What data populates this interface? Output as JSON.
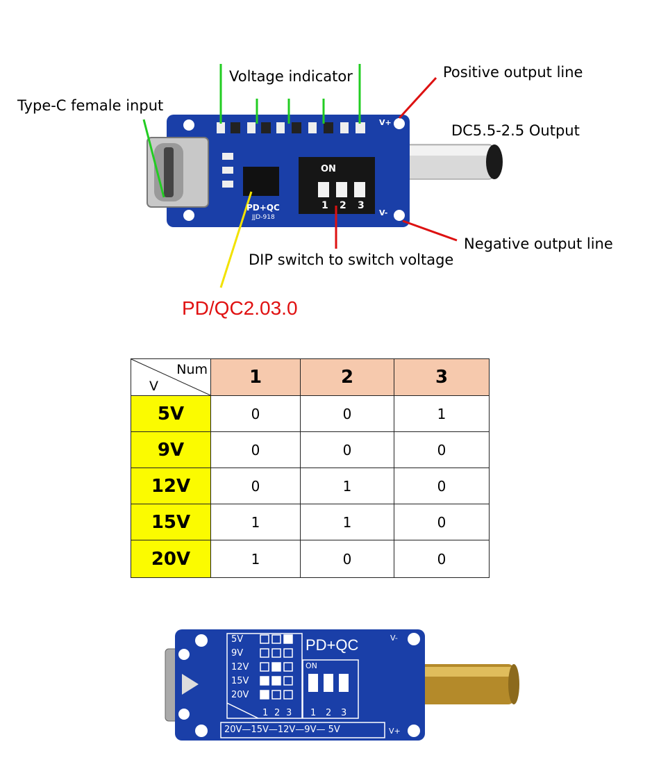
{
  "top_board": {
    "labels": {
      "type_c_input": "Type-C female input",
      "voltage_indicator": "Voltage indicator",
      "positive_output": "Positive output line",
      "dc_output": "DC5.5-2.5 Output",
      "negative_output": "Negative output line",
      "dip_switch": "DIP switch to switch voltage",
      "protocol": "PD/QC2.03.0"
    },
    "silkscreen": {
      "chip_label": "PD+QC",
      "model": "JJD-918",
      "switch_on": "ON",
      "switch_numbers": [
        "1",
        "2",
        "3"
      ],
      "vplus": "V+",
      "vminus": "V-"
    },
    "colors": {
      "pcb": "#1a3fa8",
      "arrow_green": "#22cc22",
      "arrow_red": "#dd1111",
      "arrow_yellow": "#f2e200"
    }
  },
  "table": {
    "corner_top": "Num",
    "corner_bottom": "V",
    "columns": [
      "1",
      "2",
      "3"
    ],
    "rows": [
      {
        "voltage": "5V",
        "values": [
          "0",
          "0",
          "1"
        ]
      },
      {
        "voltage": "9V",
        "values": [
          "0",
          "0",
          "0"
        ]
      },
      {
        "voltage": "12V",
        "values": [
          "0",
          "1",
          "0"
        ]
      },
      {
        "voltage": "15V",
        "values": [
          "1",
          "1",
          "0"
        ]
      },
      {
        "voltage": "20V",
        "values": [
          "1",
          "0",
          "0"
        ]
      }
    ],
    "colors": {
      "header_bg": "#f6c9ad",
      "voltage_bg": "#fbfb00"
    }
  },
  "bottom_board": {
    "voltages": [
      "5V",
      "9V",
      "12V",
      "15V",
      "20V"
    ],
    "columns": [
      "1",
      "2",
      "3"
    ],
    "chip_label": "PD+QC",
    "switch_on": "ON",
    "switch_numbers": [
      "1",
      "2",
      "3"
    ],
    "scale": "20V—15V—12V—9V— 5V",
    "vminus": "V-",
    "vplus": "V+"
  }
}
